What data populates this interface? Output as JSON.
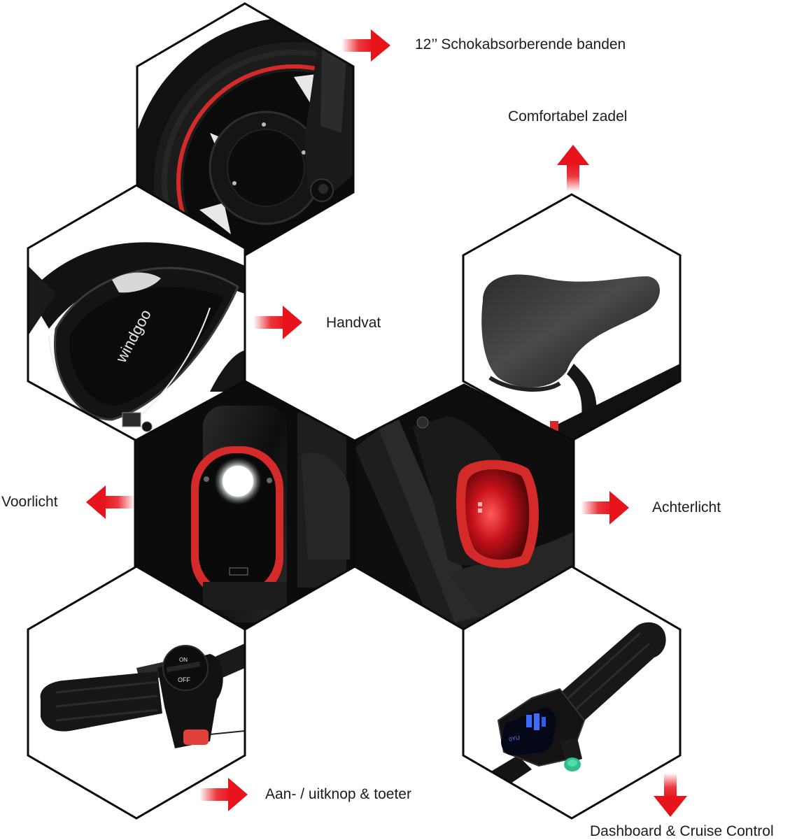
{
  "features": [
    {
      "id": "tires",
      "label": "12’’ Schokabsorberende banden",
      "arrow": "right",
      "photo": "front-wheel-hub-motor"
    },
    {
      "id": "saddle",
      "label": "Comfortabel zadel",
      "arrow": "up",
      "photo": "saddle"
    },
    {
      "id": "handle",
      "label": "Handvat",
      "arrow": "right",
      "photo": "frame-handle-battery",
      "brand_text": "windgoo"
    },
    {
      "id": "headlight",
      "label": "Voorlicht",
      "arrow": "left",
      "photo": "front-light"
    },
    {
      "id": "taillight",
      "label": "Achterlicht",
      "arrow": "right",
      "photo": "rear-light"
    },
    {
      "id": "power",
      "label": "Aan- / uitknop & toeter",
      "arrow": "right",
      "photo": "grip-on-off-horn",
      "switch_labels": [
        "ON",
        "OFF"
      ]
    },
    {
      "id": "dashboard",
      "label": "Dashboard & Cruise Control",
      "arrow": "down",
      "photo": "throttle-display-cruise"
    }
  ],
  "colors": {
    "accent_red": "#e8141c",
    "hex_outline": "#0a0a0a",
    "photo_dark": "#111111",
    "rim_red": "#d42a2a",
    "cruise_green": "#2fbf8f",
    "display_blue": "#3a6dff"
  }
}
